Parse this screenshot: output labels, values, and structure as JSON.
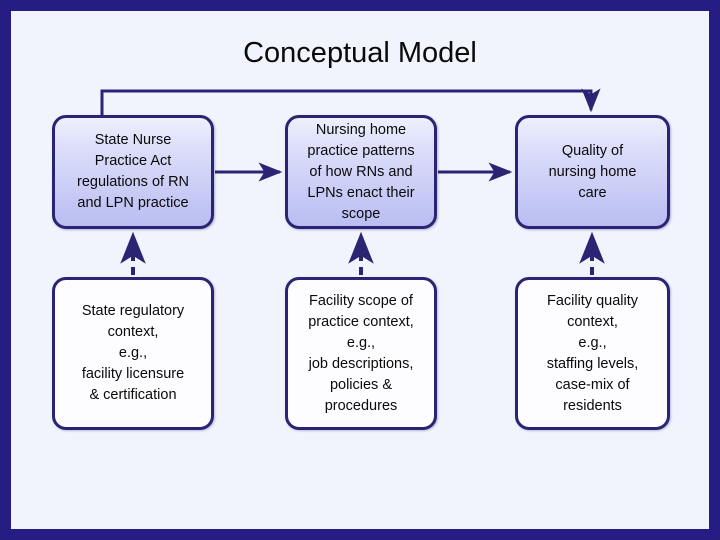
{
  "slide": {
    "title": "Conceptual Model",
    "frame_color": "#251c84",
    "canvas_color": "#f1f3fd",
    "line_color": "#2a2472"
  },
  "diagram": {
    "type": "flow-diagram",
    "nodes": [
      {
        "id": "state-nurse-practice-act",
        "row": "top",
        "column": 1,
        "style": "gradient-blue",
        "lines": [
          "State Nurse",
          "Practice Act",
          "regulations of RN",
          "and LPN practice"
        ]
      },
      {
        "id": "nursing-home-practice-patterns",
        "row": "top",
        "column": 2,
        "style": "gradient-blue",
        "lines": [
          "Nursing home",
          "practice patterns",
          "of how RNs and",
          "LPNs enact their",
          "scope"
        ]
      },
      {
        "id": "quality-of-nursing-home-care",
        "row": "top",
        "column": 3,
        "style": "gradient-blue",
        "lines": [
          "Quality of",
          "nursing home",
          "care"
        ]
      },
      {
        "id": "state-regulatory-context",
        "row": "bottom",
        "column": 1,
        "style": "white",
        "lines": [
          "State regulatory",
          "context,",
          "e.g.,",
          "facility licensure",
          "& certification"
        ]
      },
      {
        "id": "facility-scope-of-practice-context",
        "row": "bottom",
        "column": 2,
        "style": "white",
        "lines": [
          "Facility scope of",
          "practice context,",
          "e.g.,",
          "job descriptions,",
          "policies &",
          "procedures"
        ]
      },
      {
        "id": "facility-quality-context",
        "row": "bottom",
        "column": 3,
        "style": "white",
        "lines": [
          "Facility quality",
          "context,",
          "e.g.,",
          "staffing levels,",
          "case-mix of",
          "residents"
        ]
      }
    ],
    "connectors": [
      {
        "id": "act-to-patterns",
        "from": "state-nurse-practice-act",
        "to": "nursing-home-practice-patterns",
        "style": "solid",
        "direction": "right"
      },
      {
        "id": "patterns-to-quality",
        "from": "nursing-home-practice-patterns",
        "to": "quality-of-nursing-home-care",
        "style": "solid",
        "direction": "right"
      },
      {
        "id": "act-to-quality-elbow",
        "from": "state-nurse-practice-act",
        "to": "quality-of-nursing-home-care",
        "style": "solid",
        "direction": "up-right-down"
      },
      {
        "id": "state-regulatory-to-act",
        "from": "state-regulatory-context",
        "to": "state-nurse-practice-act",
        "style": "dashed",
        "direction": "up"
      },
      {
        "id": "facility-scope-to-patterns",
        "from": "facility-scope-of-practice-context",
        "to": "nursing-home-practice-patterns",
        "style": "dashed",
        "direction": "up"
      },
      {
        "id": "facility-quality-to-quality",
        "from": "facility-quality-context",
        "to": "quality-of-nursing-home-care",
        "style": "dashed",
        "direction": "up"
      }
    ]
  }
}
